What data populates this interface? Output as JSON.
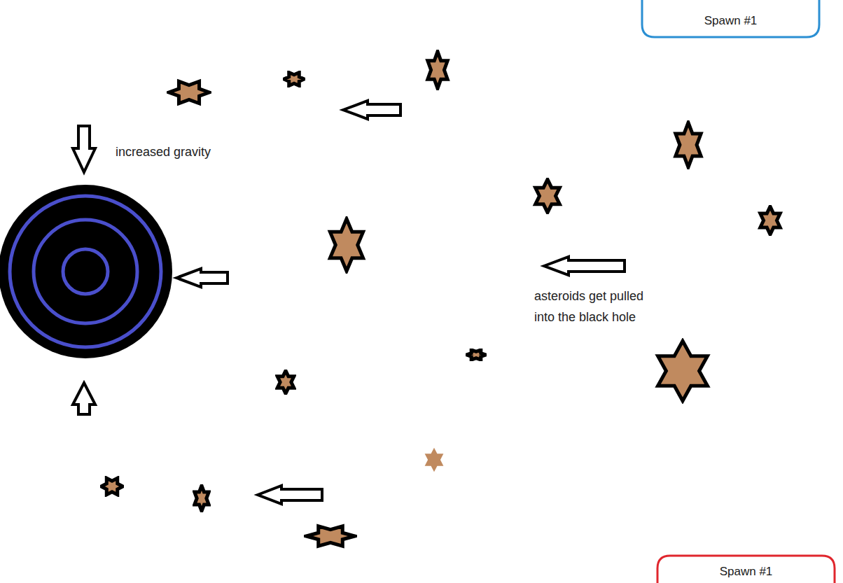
{
  "diagram": {
    "nodes": [
      {
        "text": [
          "Spawn #1"
        ]
      },
      {
        "text": [
          "Spawn #1"
        ]
      }
    ],
    "labels": [
      "increased gravity",
      "asteroids get pulled into the black hole"
    ]
  }
}
